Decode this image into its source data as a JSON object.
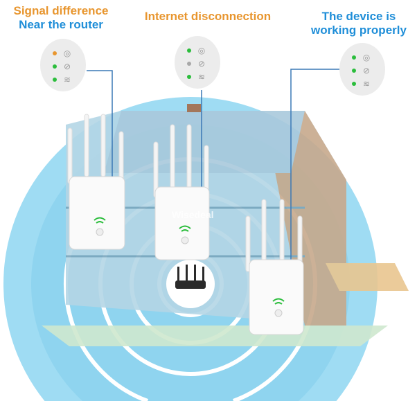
{
  "titles": {
    "left_line1": "Signal difference",
    "left_line2": "Near the router",
    "middle": "Internet disconnection",
    "right_line1": "The device is",
    "right_line2": "working properly"
  },
  "panels": [
    {
      "leds": [
        "#e8962f",
        "#2bbd3c",
        "#2bbd3c"
      ]
    },
    {
      "leds": [
        "#2bbd3c",
        "#a8a8a8",
        "#2bbd3c"
      ]
    },
    {
      "leds": [
        "#2bbd3c",
        "#2bbd3c",
        "#2bbd3c"
      ]
    }
  ],
  "icons": [
    "signal-strength-icon",
    "internet-globe-icon",
    "wifi-icon"
  ],
  "watermark": "Wisedeal",
  "colors": {
    "orange": "#e8962f",
    "blue": "#1f8ed8",
    "coverage": "#7fd0ef",
    "led_green": "#2bbd3c"
  }
}
